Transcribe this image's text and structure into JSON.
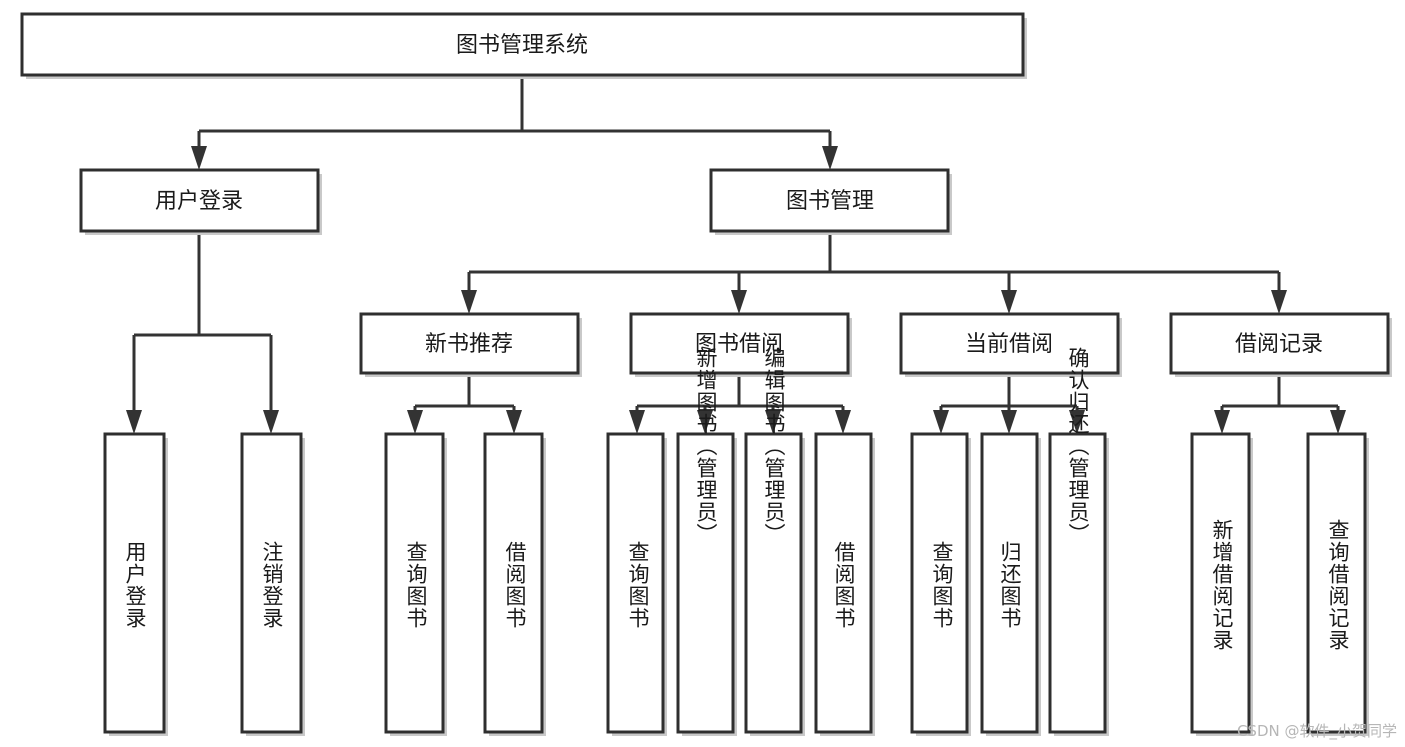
{
  "diagram": {
    "type": "tree",
    "title": "图书管理系统",
    "orientation": "top-down",
    "colors": {
      "box_fill": "#ffffff",
      "box_stroke": "#2f2f2f",
      "link_stroke": "#333333",
      "text": "#1a1a1a",
      "watermark": "#b6b6b6"
    },
    "nodes": {
      "root": {
        "label": "图书管理系统",
        "orientation": "horizontal"
      },
      "level2": [
        {
          "id": "user-login",
          "label": "用户登录",
          "orientation": "horizontal"
        },
        {
          "id": "book-manage",
          "label": "图书管理",
          "orientation": "horizontal"
        }
      ],
      "level3": [
        {
          "id": "new-book-recommend",
          "label": "新书推荐",
          "orientation": "horizontal"
        },
        {
          "id": "book-borrow",
          "label": "图书借阅",
          "orientation": "horizontal"
        },
        {
          "id": "current-borrow",
          "label": "当前借阅",
          "orientation": "horizontal"
        },
        {
          "id": "borrow-record",
          "label": "借阅记录",
          "orientation": "horizontal"
        }
      ],
      "leaves": [
        {
          "id": "leaf-user-login",
          "label": "用户登录",
          "parent": "user-login",
          "orientation": "vertical"
        },
        {
          "id": "leaf-user-logout",
          "label": "注销登录",
          "parent": "user-login",
          "orientation": "vertical"
        },
        {
          "id": "leaf-query-book-1",
          "label": "查询图书",
          "parent": "new-book-recommend",
          "orientation": "vertical"
        },
        {
          "id": "leaf-borrow-book-1",
          "label": "借阅图书",
          "parent": "new-book-recommend",
          "orientation": "vertical"
        },
        {
          "id": "leaf-query-book-2",
          "label": "查询图书",
          "parent": "book-borrow",
          "orientation": "vertical"
        },
        {
          "id": "leaf-add-book",
          "label": "新增图书（管理员）",
          "parent": "book-borrow",
          "orientation": "vertical"
        },
        {
          "id": "leaf-edit-book",
          "label": "编辑图书（管理员）",
          "parent": "book-borrow",
          "orientation": "vertical"
        },
        {
          "id": "leaf-borrow-book-2",
          "label": "借阅图书",
          "parent": "book-borrow",
          "orientation": "vertical"
        },
        {
          "id": "leaf-query-book-3",
          "label": "查询图书",
          "parent": "current-borrow",
          "orientation": "vertical"
        },
        {
          "id": "leaf-return-book",
          "label": "归还图书",
          "parent": "current-borrow",
          "orientation": "vertical"
        },
        {
          "id": "leaf-confirm-return",
          "label": "确认归还（管理员）",
          "parent": "current-borrow",
          "orientation": "vertical"
        },
        {
          "id": "leaf-add-record",
          "label": "新增借阅记录",
          "parent": "borrow-record",
          "orientation": "vertical"
        },
        {
          "id": "leaf-query-record",
          "label": "查询借阅记录",
          "parent": "borrow-record",
          "orientation": "vertical"
        }
      ]
    }
  },
  "watermark": {
    "text": "CSDN @软件_小贺同学"
  }
}
